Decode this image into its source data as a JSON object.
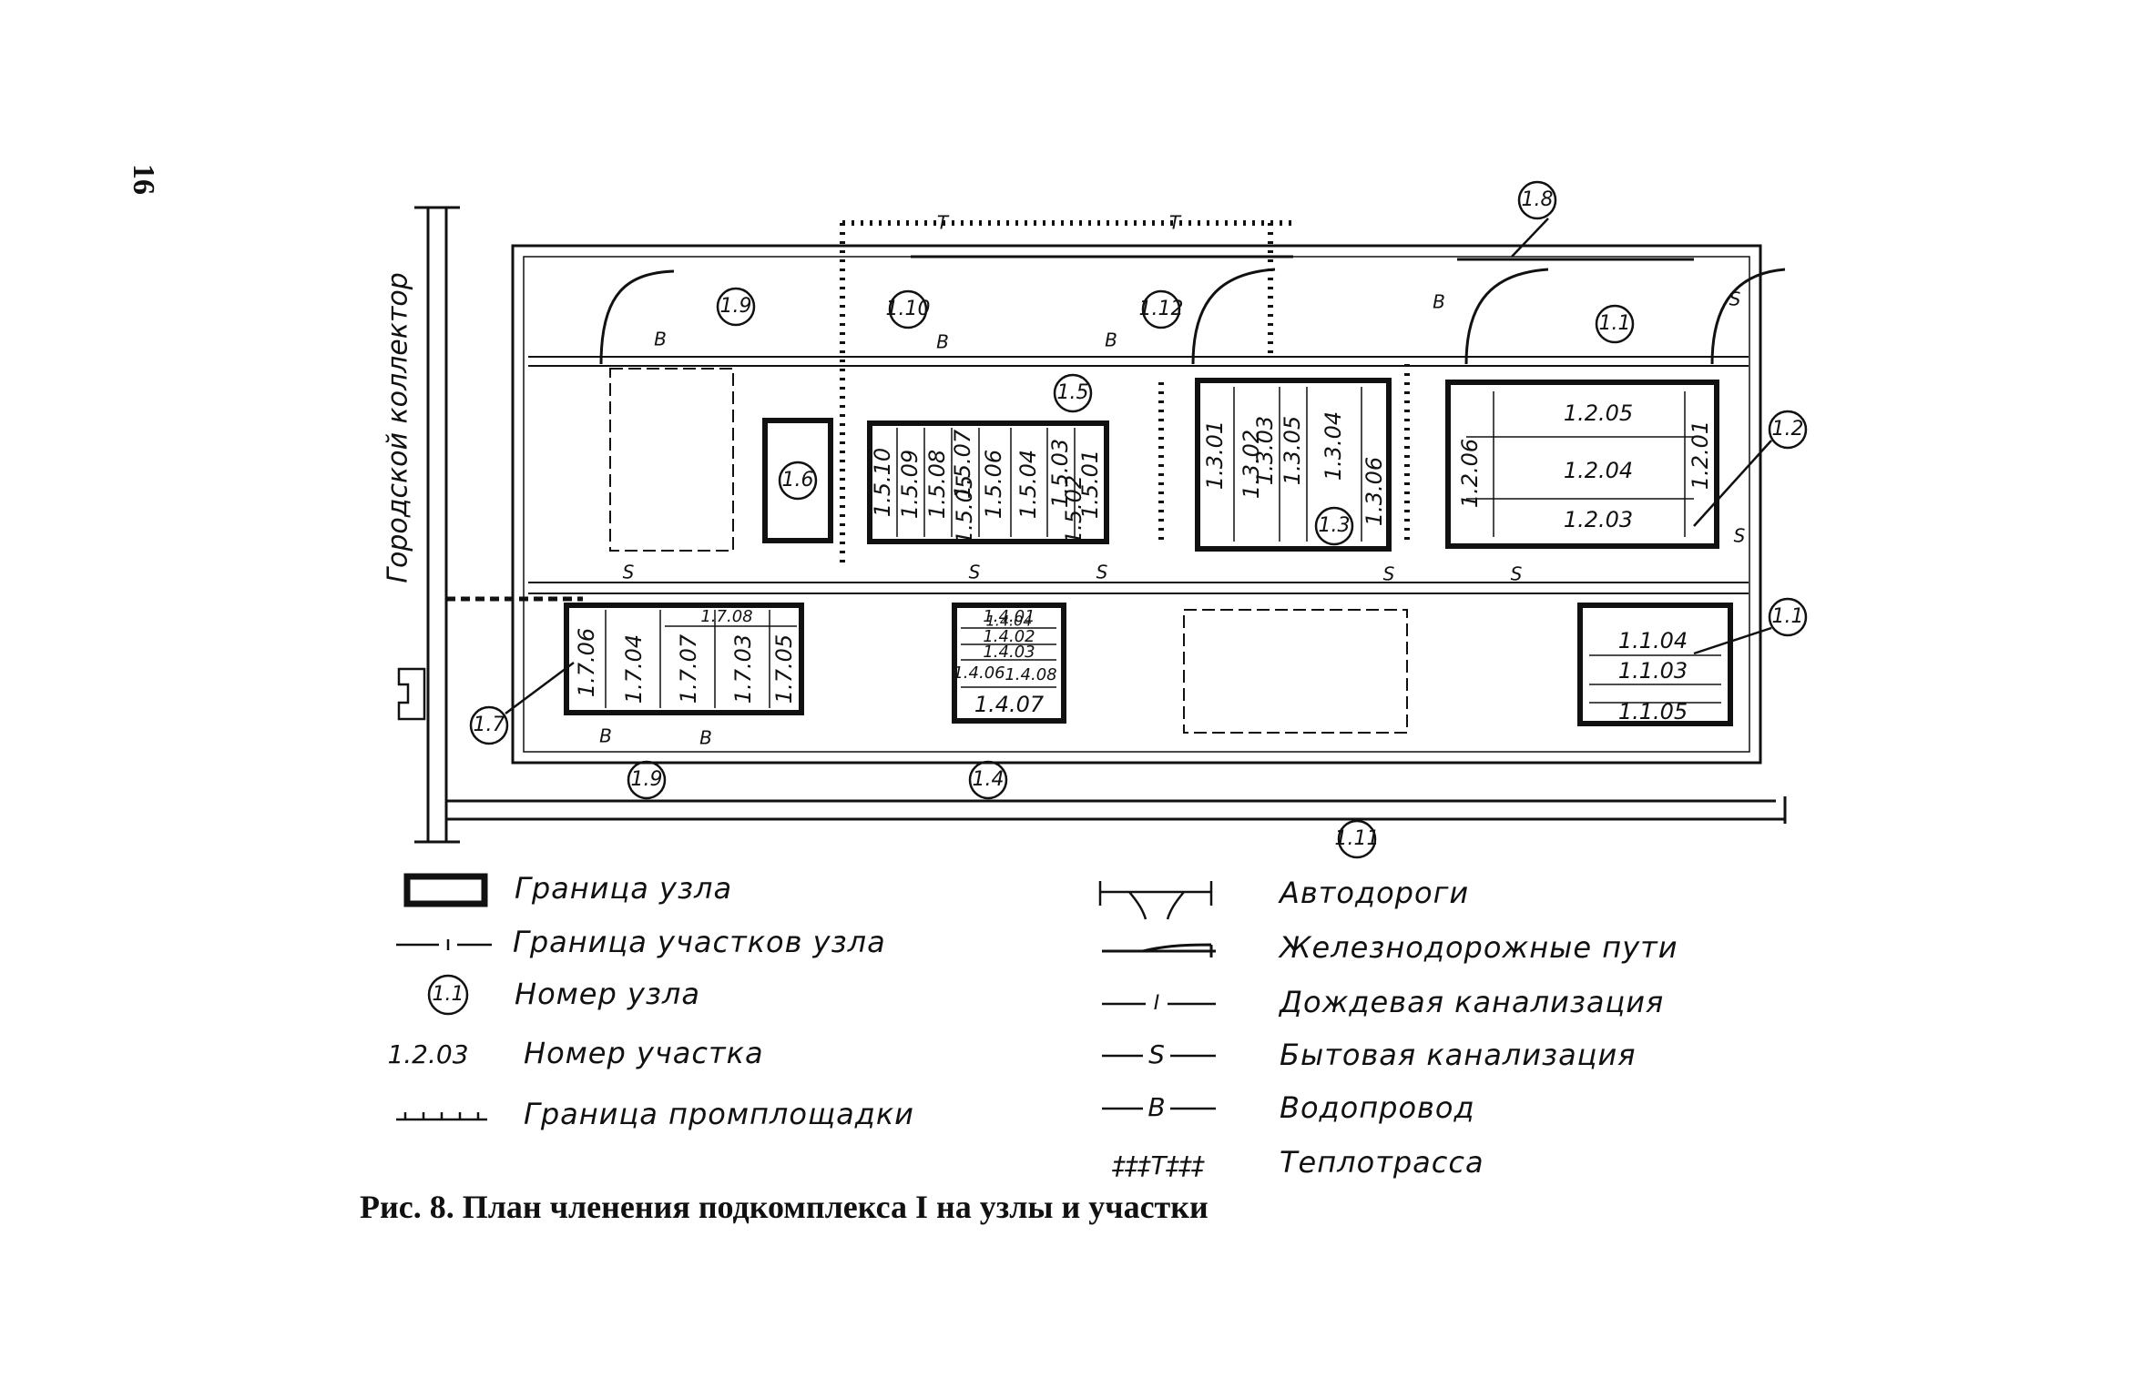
{
  "page_number": "16",
  "collector_label": "Городской коллектор",
  "caption": "Рис. 8. План членения подкомплекса I на узлы и участки",
  "nodes": {
    "n11_top": "1.1",
    "n11_right": "1.1",
    "n12": "1.2",
    "n13": "1.3",
    "n14": "1.4",
    "n15": "1.5",
    "n16": "1.6",
    "n17": "1.7",
    "n18": "1.8",
    "n19_top": "1.9",
    "n19_bottom": "1.9",
    "n110": "1.10",
    "n111": "1.11",
    "n112": "1.12"
  },
  "plots": {
    "p1205": "1.2.05",
    "p1204": "1.2.04",
    "p1203": "1.2.03",
    "p1206": "1.2.06",
    "p1201": "1.2.01",
    "p1301": "1.3.01",
    "p1302": "1.3.02",
    "p1303": "1.3.03",
    "p1304": "1.3.04",
    "p1305": "1.3.05",
    "p1306": "1.3.06",
    "p1510": "1.5.10",
    "p1509": "1.5.09",
    "p1508": "1.5.08",
    "p1507": "1.5.07",
    "p1506": "1.5.06",
    "p1505": "1.5.05",
    "p1504": "1.5.04",
    "p1503": "1.5.03",
    "p1502": "1.5.02",
    "p1501": "1.5.01",
    "p1706": "1.7.06",
    "p1704": "1.7.04",
    "p1707": "1.7.07",
    "p1703": "1.7.03",
    "p1705": "1.7.05",
    "p1708": "1.7.08",
    "p1401": "1.4.01",
    "p1402": "1.4.02",
    "p1403": "1.4.03",
    "p1404": "1.4.04",
    "p1406": "1.4.06",
    "p1408": "1.4.08",
    "p1407": "1.4.07",
    "p1104": "1.1.04",
    "p1103": "1.1.03",
    "p1105": "1.1.05"
  },
  "line_marks": {
    "water": "B",
    "sewer": "S",
    "heat": "T"
  },
  "legend": {
    "left": [
      {
        "symbol": "node-border",
        "label": "Граница узла"
      },
      {
        "symbol": "plot-border",
        "label": "Граница участков узла"
      },
      {
        "symbol": "node-number",
        "sample": "1.1",
        "label": "Номер узла"
      },
      {
        "symbol": "plot-number",
        "sample": "1.2.03",
        "label": "Номер участка"
      },
      {
        "symbol": "site-border",
        "label": "Граница промплощадки"
      }
    ],
    "right": [
      {
        "symbol": "roads",
        "label": "Автодороги"
      },
      {
        "symbol": "railways",
        "label": "Железнодорожные пути"
      },
      {
        "symbol": "storm-sewer",
        "sample": "I",
        "label": "Дождевая канализация"
      },
      {
        "symbol": "household-sewer",
        "sample": "S",
        "label": "Бытовая канализация"
      },
      {
        "symbol": "water-supply",
        "sample": "B",
        "label": "Водопровод"
      },
      {
        "symbol": "heating-main",
        "sample": "‡‡‡T‡‡‡",
        "label": "Теплотрасса"
      }
    ]
  }
}
